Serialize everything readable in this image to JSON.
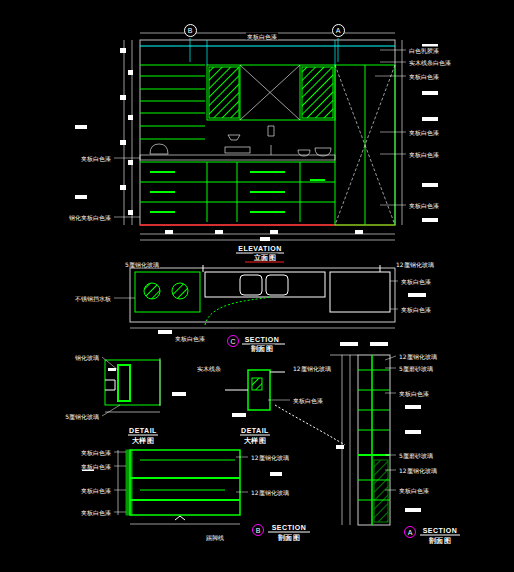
{
  "diagram": {
    "nodes": [
      {
        "text": [
          "B"
        ]
      },
      {
        "text": [
          "A"
        ]
      },
      {
        "text": [
          "C"
        ]
      },
      {
        "text": [
          "B"
        ]
      },
      {
        "text": [
          "A"
        ]
      }
    ],
    "labels": [
      "ELEVATION",
      "立面图",
      "SECTION",
      "剖面图",
      "DETAIL",
      "大样图",
      "DETAIL",
      "大样图",
      "SECTION",
      "剖面图",
      "SECTION",
      "剖面图",
      "夹板白色漆",
      "白色乳胶漆",
      "实木线条白色漆",
      "夹板白色漆",
      "夹板白色漆",
      "夹板白色漆",
      "夹板白色漆",
      "夹板白色漆",
      "钢化夹板白色漆",
      "5厘钢化玻璃",
      "不锈钢挡水板",
      "12厘钢化玻璃",
      "夹板白色漆",
      "夹板白色漆",
      "夹板白色漆",
      "钢化玻璃",
      "5厘钢化玻璃",
      "实木线条",
      "12厘钢化玻璃",
      "夹板白色漆",
      "夹板白色漆",
      "夹板白色漆",
      "夹板白色漆",
      "夹板白色漆",
      "12厘钢化玻璃",
      "12厘钢化玻璃",
      "踢脚线",
      "12厘钢化玻璃",
      "5厘磨砂玻璃",
      "夹板白色漆",
      "5厘磨砂玻璃",
      "12厘钢化玻璃",
      "夹板白色漆"
    ]
  }
}
